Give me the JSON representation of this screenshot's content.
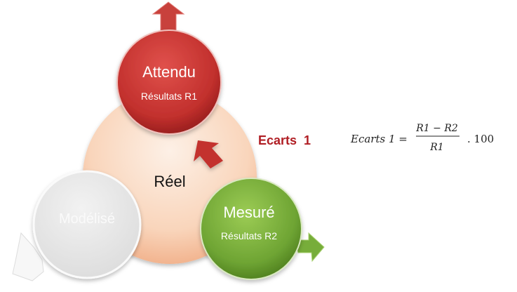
{
  "center": {
    "label": "Réel"
  },
  "attendu": {
    "title": "Attendu",
    "subtitle": "Résultats R1"
  },
  "mesure": {
    "title": "Mesuré",
    "subtitle": "Résultats R2"
  },
  "modelise": {
    "title": "Modélisé"
  },
  "ecart_label": "Ecarts  1",
  "formula": {
    "lhs": "Ecarts 1 =",
    "numerator": "R1 − R2",
    "denominator": "R1",
    "multiplier": ". 100"
  },
  "colors": {
    "red": "#c0302e",
    "green": "#6aa22e",
    "peach": "#f9d3b8",
    "grey": "#e6e6e6",
    "ecart_text": "#b01e24"
  }
}
